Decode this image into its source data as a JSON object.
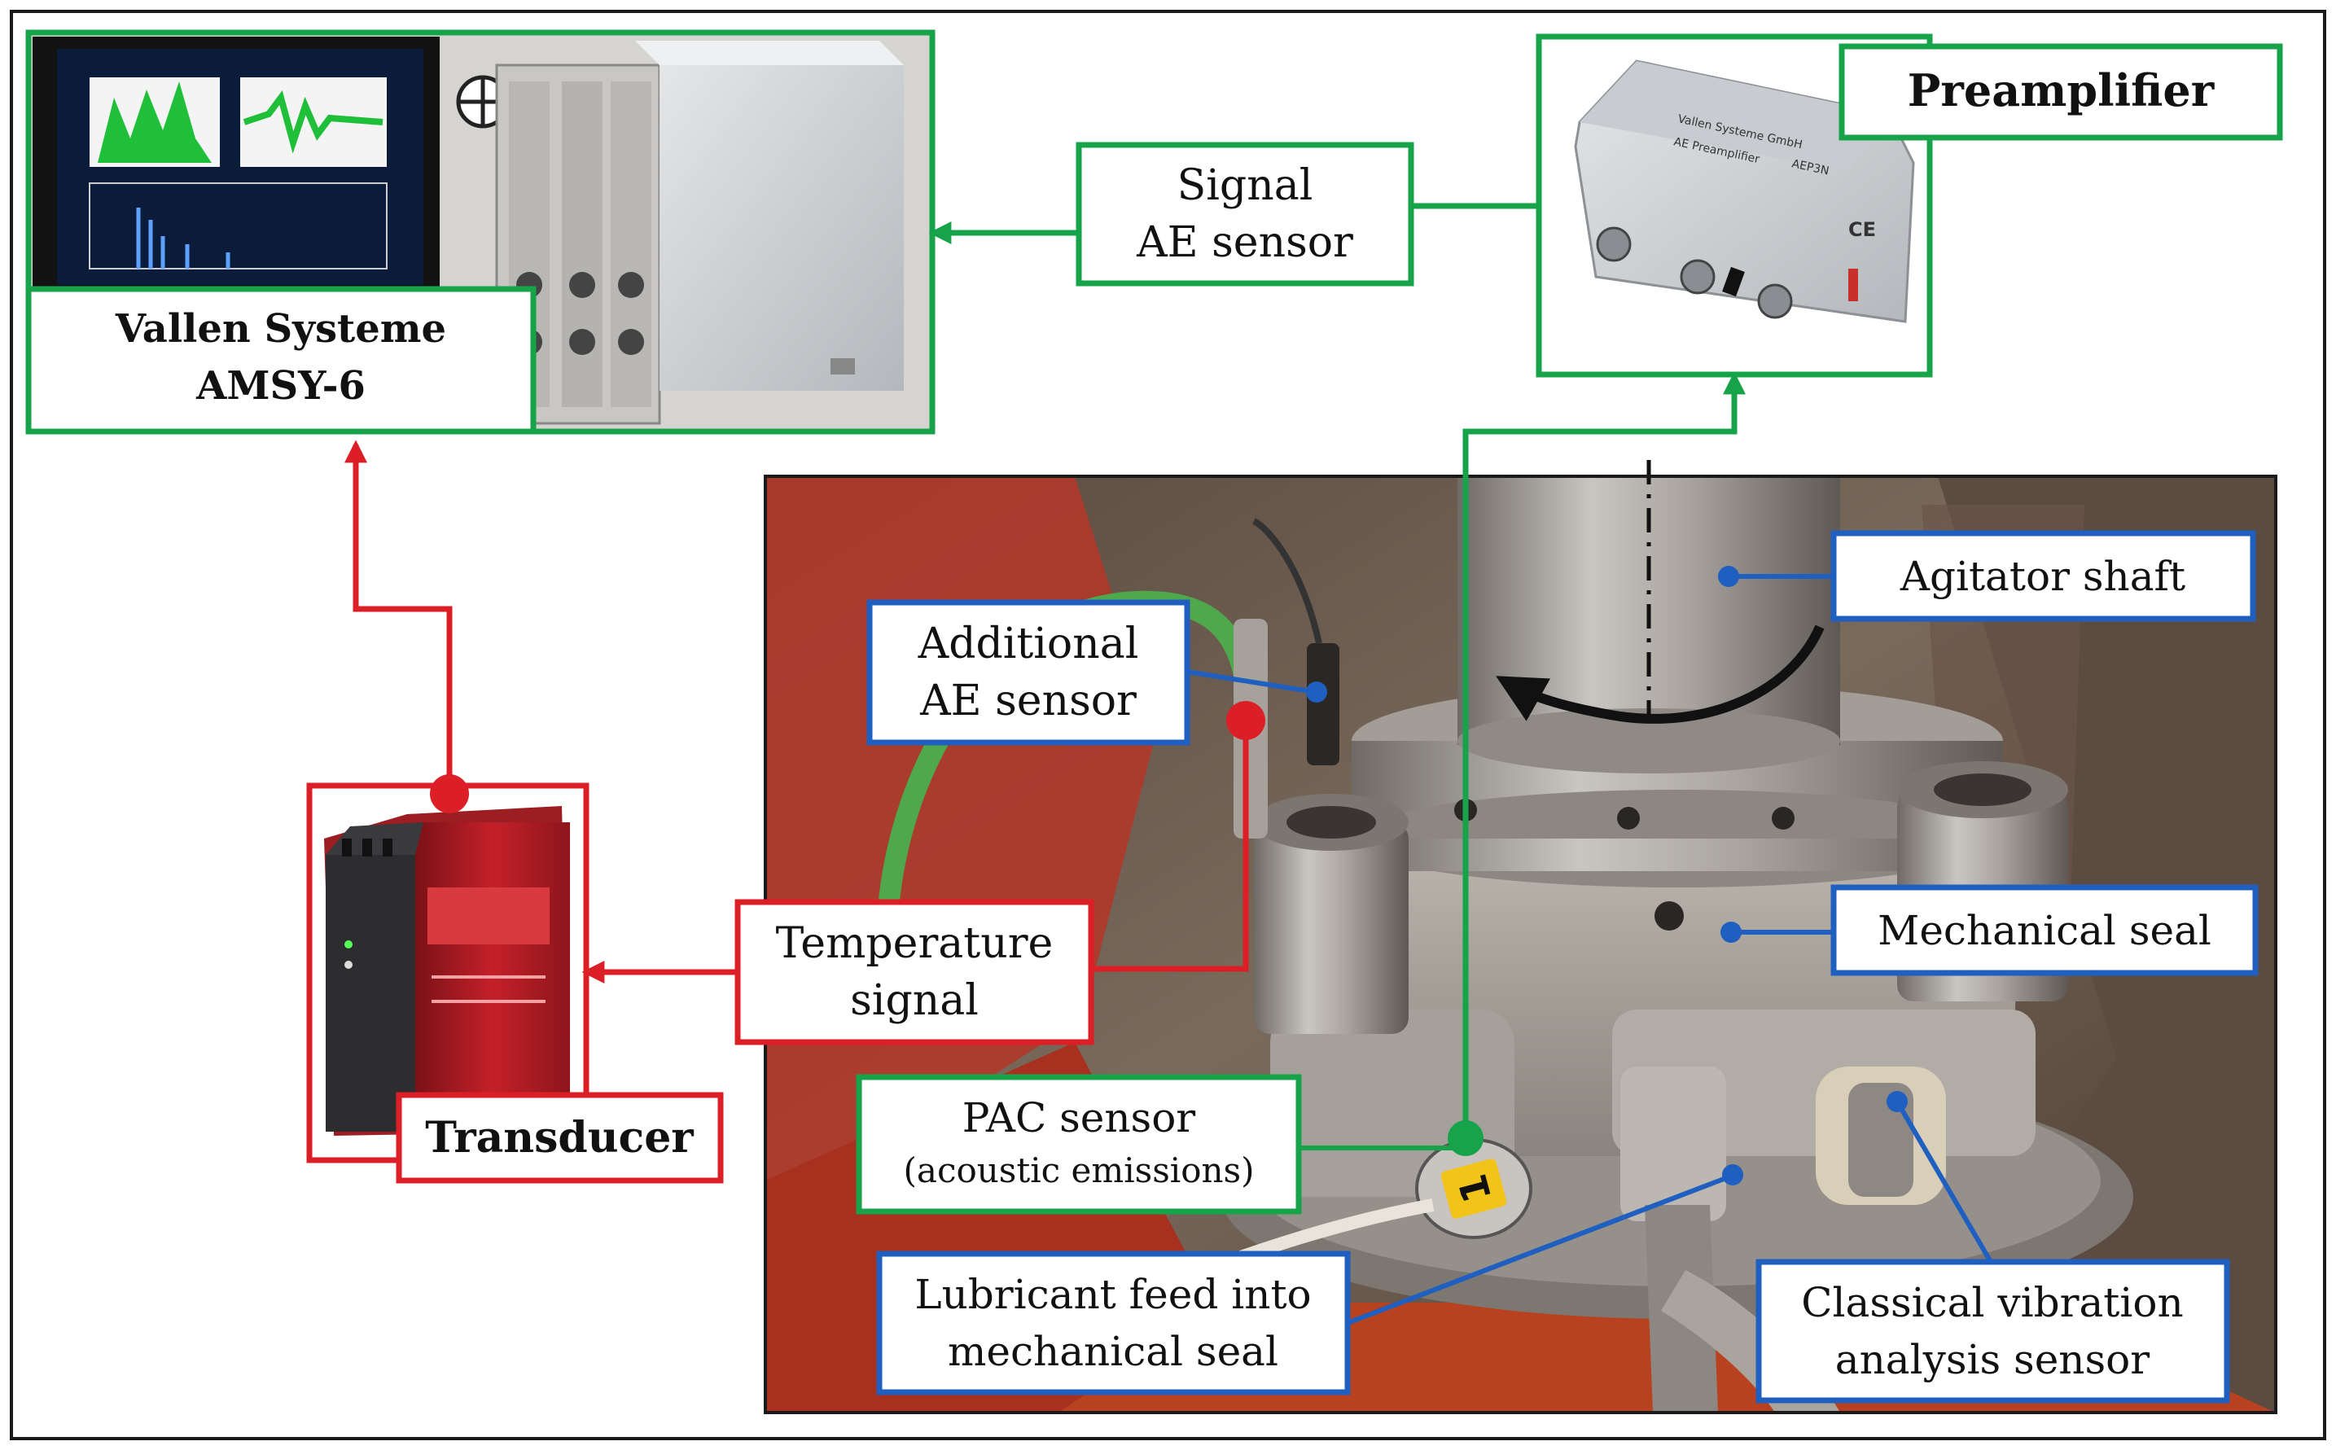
{
  "colors": {
    "green": "#16a34a",
    "red": "#dc1f26",
    "blue": "#1f5fbf",
    "frame": "#1a1a1a"
  },
  "labels": {
    "vallen_line1": "Vallen Systeme",
    "vallen_line2": "AMSY-6",
    "signal_line1": "Signal",
    "signal_line2": "AE sensor",
    "preamplifier": "Preamplifier",
    "agitator_shaft": "Agitator shaft",
    "additional_line1": "Additional",
    "additional_line2": "AE sensor",
    "temperature_line1": "Temperature",
    "temperature_line2": "signal",
    "mechanical_seal": "Mechanical seal",
    "transducer": "Transducer",
    "pac_line1": "PAC sensor",
    "pac_line2": "(acoustic emissions)",
    "lubricant_line1": "Lubricant feed into",
    "lubricant_line2": "mechanical seal",
    "vibration_line1": "Classical vibration",
    "vibration_line2": "analysis sensor"
  },
  "photos": {
    "preamp_plate_line1": "Vallen Systeme GmbH",
    "preamp_plate_line2": "AE Preamplifier",
    "preamp_plate_line3": "AEP3N",
    "ce_mark": "CE",
    "sensor_tag": "1"
  },
  "icons": {
    "crosshair": "crosshair-icon",
    "rotation": "rotation-arrow-icon"
  }
}
